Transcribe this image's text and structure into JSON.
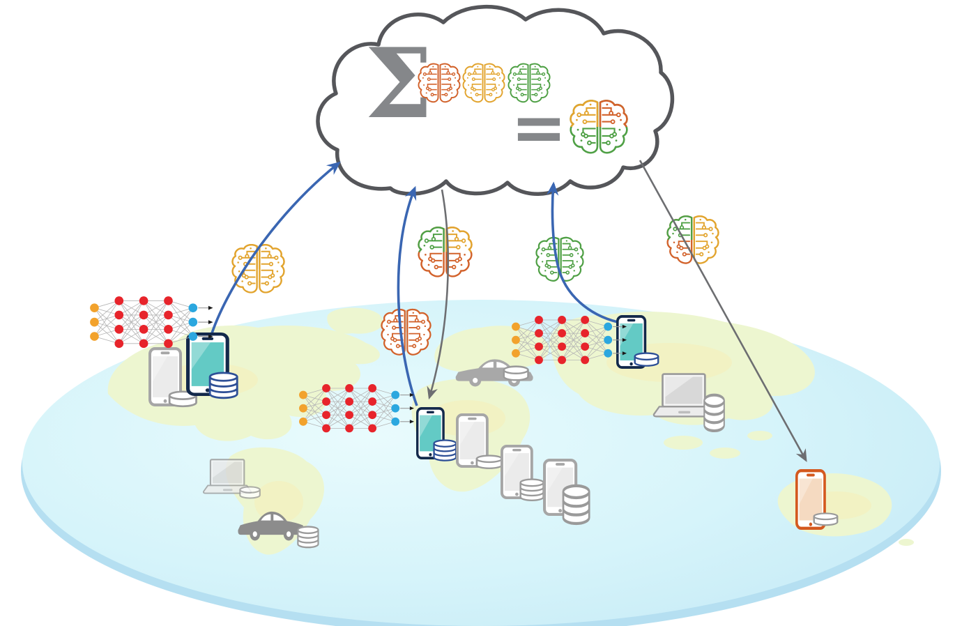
{
  "cloud": {
    "sigma_symbol": "Σ",
    "equals_symbol": "="
  },
  "icons": {
    "cloud": "cloud-outline-icon",
    "brain": "circuit-brain-icon",
    "smartphone": "smartphone-icon",
    "database": "database-cylinder-icon",
    "laptop": "laptop-icon",
    "car": "car-icon",
    "neural_network": "neural-network-icon",
    "sum": "sigma-aggregation-symbol",
    "equals": "equals-symbol"
  },
  "colors": {
    "brain_orange": "#D2622B",
    "brain_yellow": "#E2A42E",
    "brain_green": "#4FA045",
    "arrow_up_blue": "#3A66B2",
    "arrow_down_gray": "#6D6E71",
    "cloud_outline": "#55565A",
    "sigma_gray": "#85878A",
    "phone_teal_stroke": "#13294B",
    "phone_teal_screen": "#63CAC5",
    "phone_gray_stroke": "#A6A6A6",
    "phone_gray_screen": "#EBEBEB",
    "phone_orange_stroke": "#D4591F",
    "phone_orange_screen": "#F5DAC1",
    "db_blue": "#2D4F96",
    "device_gray": "#9A9A9A",
    "nn_input": "#F2A22C",
    "nn_hidden": "#E7242B",
    "nn_output": "#2BA7DF",
    "nn_link": "#B5B5B5",
    "ocean": "#C5EAF6",
    "ocean_light": "#E9FBFD",
    "ocean_rim": "#B5DFF1",
    "land": "#EDF6D0",
    "land_yellow": "#F5F0BC"
  },
  "brains": {
    "cloud_sum_1": {
      "all": "brain_orange"
    },
    "cloud_sum_2": {
      "all": "brain_yellow"
    },
    "cloud_sum_3": {
      "all": "brain_green"
    },
    "cloud_result": {
      "tl": "brain_yellow",
      "tr": "brain_orange",
      "bl": "brain_green",
      "br": "brain_green"
    },
    "upload_left": {
      "all": "brain_yellow"
    },
    "upload_middle": {
      "all": "brain_orange"
    },
    "upload_right": {
      "all": "brain_green"
    },
    "download_middle": {
      "tl": "brain_green",
      "tr": "brain_yellow",
      "bl": "brain_orange",
      "br": "brain_orange"
    },
    "download_right": {
      "tl": "brain_green",
      "tr": "brain_yellow",
      "bl": "brain_orange",
      "br": "brain_yellow"
    }
  },
  "neural_network": {
    "layers": [
      {
        "count": 3,
        "color": "nn_input"
      },
      {
        "count": 4,
        "color": "nn_hidden"
      },
      {
        "count": 4,
        "color": "nn_hidden"
      },
      {
        "count": 4,
        "color": "nn_hidden"
      },
      {
        "count": 3,
        "color": "nn_output"
      }
    ]
  },
  "regions": {
    "left": {
      "devices": [
        "neural-network",
        "smartphone-active",
        "smartphone",
        "database"
      ],
      "uploads": "upload_left"
    },
    "middle": {
      "devices": [
        "neural-network",
        "smartphone-active",
        "database",
        "car",
        "smartphone",
        "smartphone",
        "smartphone",
        "database",
        "database",
        "database"
      ],
      "uploads": "upload_middle",
      "downloads": "download_middle"
    },
    "right": {
      "devices": [
        "neural-network",
        "smartphone-active",
        "database",
        "laptop",
        "database"
      ],
      "uploads": "upload_right"
    },
    "south_west": {
      "devices": [
        "laptop",
        "database",
        "car",
        "database"
      ]
    },
    "south_east": {
      "devices": [
        "smartphone-highlighted",
        "database"
      ],
      "downloads": "download_right"
    }
  }
}
